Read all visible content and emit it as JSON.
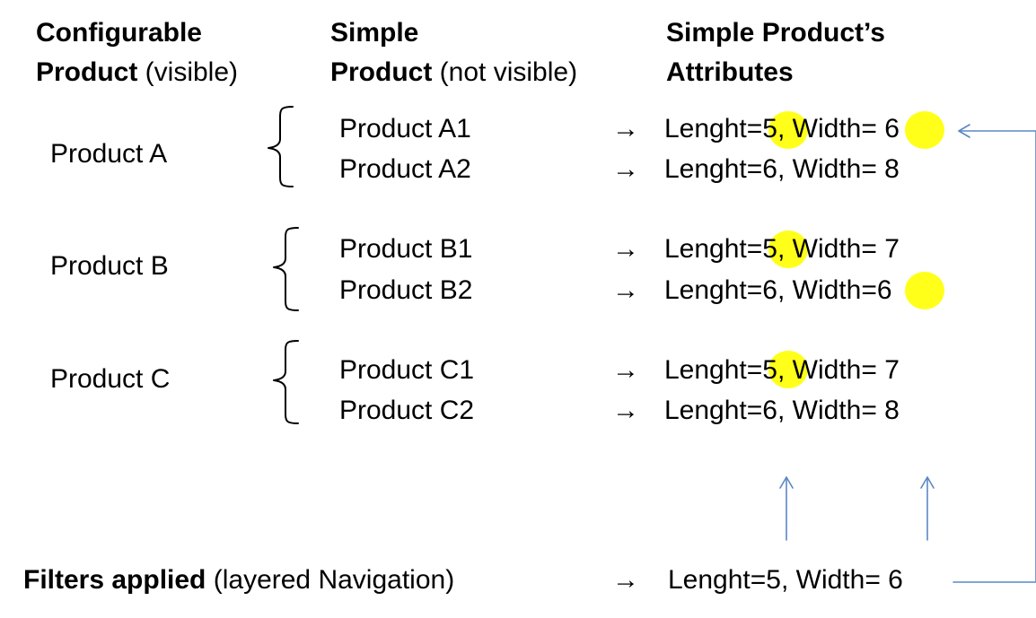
{
  "headers": {
    "configurable": {
      "line1": "Configurable",
      "line2_bold": "Product",
      "line2_rest": " (visible)"
    },
    "simple": {
      "line1": "Simple",
      "line2_bold": "Product",
      "line2_rest": " (not visible)"
    },
    "attributes": {
      "line1": "Simple Product’s",
      "line2": "Attributes"
    }
  },
  "groups": [
    {
      "name": "Product A",
      "items": [
        {
          "name": "Product A1",
          "arrow": "→",
          "len_label": "Lenght=",
          "len_val": "5,",
          "wid_label": " Width= ",
          "wid_val": "6"
        },
        {
          "name": "Product A2",
          "arrow": "→",
          "text": "Lenght=6, Width= 8"
        }
      ]
    },
    {
      "name": "Product B",
      "items": [
        {
          "name": "Product B1",
          "arrow": "→",
          "len_label": "Lenght=",
          "len_val": "5,",
          "wid_label": " Width= ",
          "wid_val": "7"
        },
        {
          "name": "Product B2",
          "arrow": "→",
          "len_label": "Lenght=6, Width=",
          "wid_val": "6"
        }
      ]
    },
    {
      "name": "Product C",
      "items": [
        {
          "name": "Product C1",
          "arrow": "→",
          "len_label": "Lenght=",
          "len_val": "5,",
          "wid_label": " Width= ",
          "wid_val": "7"
        },
        {
          "name": "Product C2",
          "arrow": "→",
          "text": "Lenght=6, Width= 8"
        }
      ]
    }
  ],
  "filters": {
    "label_bold": "Filters applied",
    "label_rest": " (layered Navigation)",
    "arrow": "→",
    "value": "Lenght=5, Width= 6"
  },
  "colors": {
    "highlight": "#ffff1a",
    "connector": "#5b87c5"
  }
}
